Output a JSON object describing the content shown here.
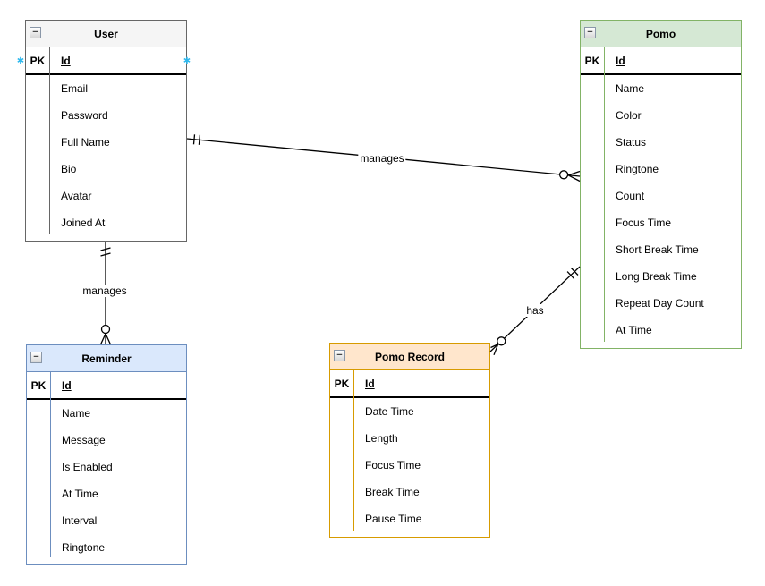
{
  "diagram": {
    "type": "entity-relationship",
    "background_color": "#ffffff",
    "edge_color": "#000000",
    "connection_point_color": "#2fb9ee",
    "icons": {
      "collapse_minus": "−",
      "connection_point": "✱"
    },
    "entities": {
      "user": {
        "title": "User",
        "pk_label": "PK",
        "pk_field": "Id",
        "fields": [
          "Email",
          "Password",
          "Full Name",
          "Bio",
          "Avatar",
          "Joined At"
        ],
        "header_fill": "#f5f5f5",
        "border_color": "#666666"
      },
      "pomo": {
        "title": "Pomo",
        "pk_label": "PK",
        "pk_field": "Id",
        "fields": [
          "Name",
          "Color",
          "Status",
          "Ringtone",
          "Count",
          "Focus Time",
          "Short Break Time",
          "Long Break Time",
          "Repeat Day Count",
          "At Time"
        ],
        "header_fill": "#d5e8d4",
        "border_color": "#82b366"
      },
      "reminder": {
        "title": "Reminder",
        "pk_label": "PK",
        "pk_field": "Id",
        "fields": [
          "Name",
          "Message",
          "Is Enabled",
          "At Time",
          "Interval",
          "Ringtone"
        ],
        "header_fill": "#dae8fc",
        "border_color": "#6c8ebf"
      },
      "pomo_record": {
        "title": "Pomo Record",
        "pk_label": "PK",
        "pk_field": "Id",
        "fields": [
          "Date Time",
          "Length",
          "Focus Time",
          "Break Time",
          "Pause Time"
        ],
        "header_fill": "#ffe6cc",
        "border_color": "#d79b00"
      }
    },
    "relationships": [
      {
        "label": "manages",
        "from": "User",
        "to": "Pomo",
        "from_cardinality": "exactly-one",
        "to_cardinality": "zero-or-many"
      },
      {
        "label": "manages",
        "from": "User",
        "to": "Reminder",
        "from_cardinality": "exactly-one",
        "to_cardinality": "zero-or-many"
      },
      {
        "label": "has",
        "from": "Pomo",
        "to": "Pomo Record",
        "from_cardinality": "exactly-one",
        "to_cardinality": "zero-or-many"
      }
    ]
  }
}
